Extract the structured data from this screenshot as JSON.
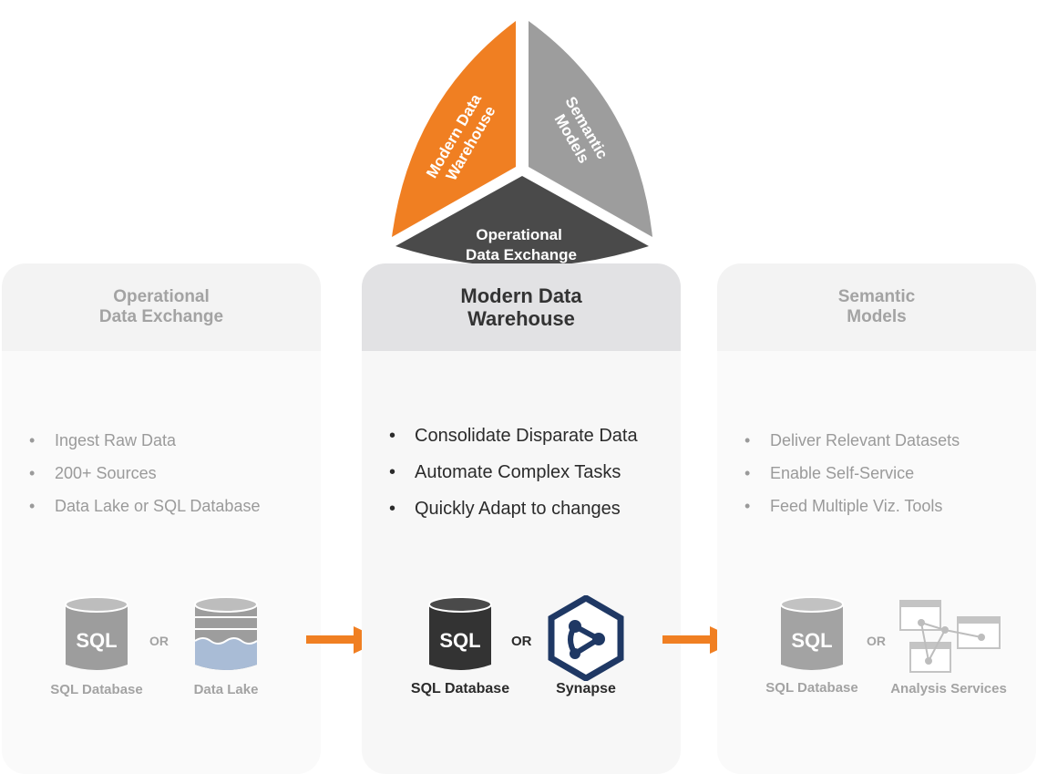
{
  "triad": {
    "mdw": "Modern Data\nWarehouse",
    "semantic": "Semantic\nModels",
    "ode_line1": "Operational",
    "ode_line2": "Data Exchange"
  },
  "cards": {
    "left": {
      "title": "Operational\nData Exchange",
      "bullets": [
        "Ingest Raw Data",
        "200+ Sources",
        "Data Lake or SQL Database"
      ],
      "sql_label": "SQL",
      "db_label": "SQL Database",
      "or_label": "OR",
      "alt_label": "Data Lake"
    },
    "mid": {
      "title": "Modern Data\nWarehouse",
      "bullets": [
        "Consolidate Disparate Data",
        "Automate Complex Tasks",
        "Quickly Adapt to changes"
      ],
      "sql_label": "SQL",
      "db_label": "SQL Database",
      "or_label": "OR",
      "alt_label": "Synapse"
    },
    "right": {
      "title": "Semantic\nModels",
      "bullets": [
        "Deliver Relevant Datasets",
        "Enable Self-Service",
        "Feed Multiple Viz. Tools"
      ],
      "sql_label": "SQL",
      "db_label": "SQL Database",
      "or_label": "OR",
      "alt_label": "Analysis Services"
    }
  },
  "colors": {
    "orange": "#f07f22",
    "gray": "#9d9d9d",
    "dark": "#4a4a4a"
  }
}
